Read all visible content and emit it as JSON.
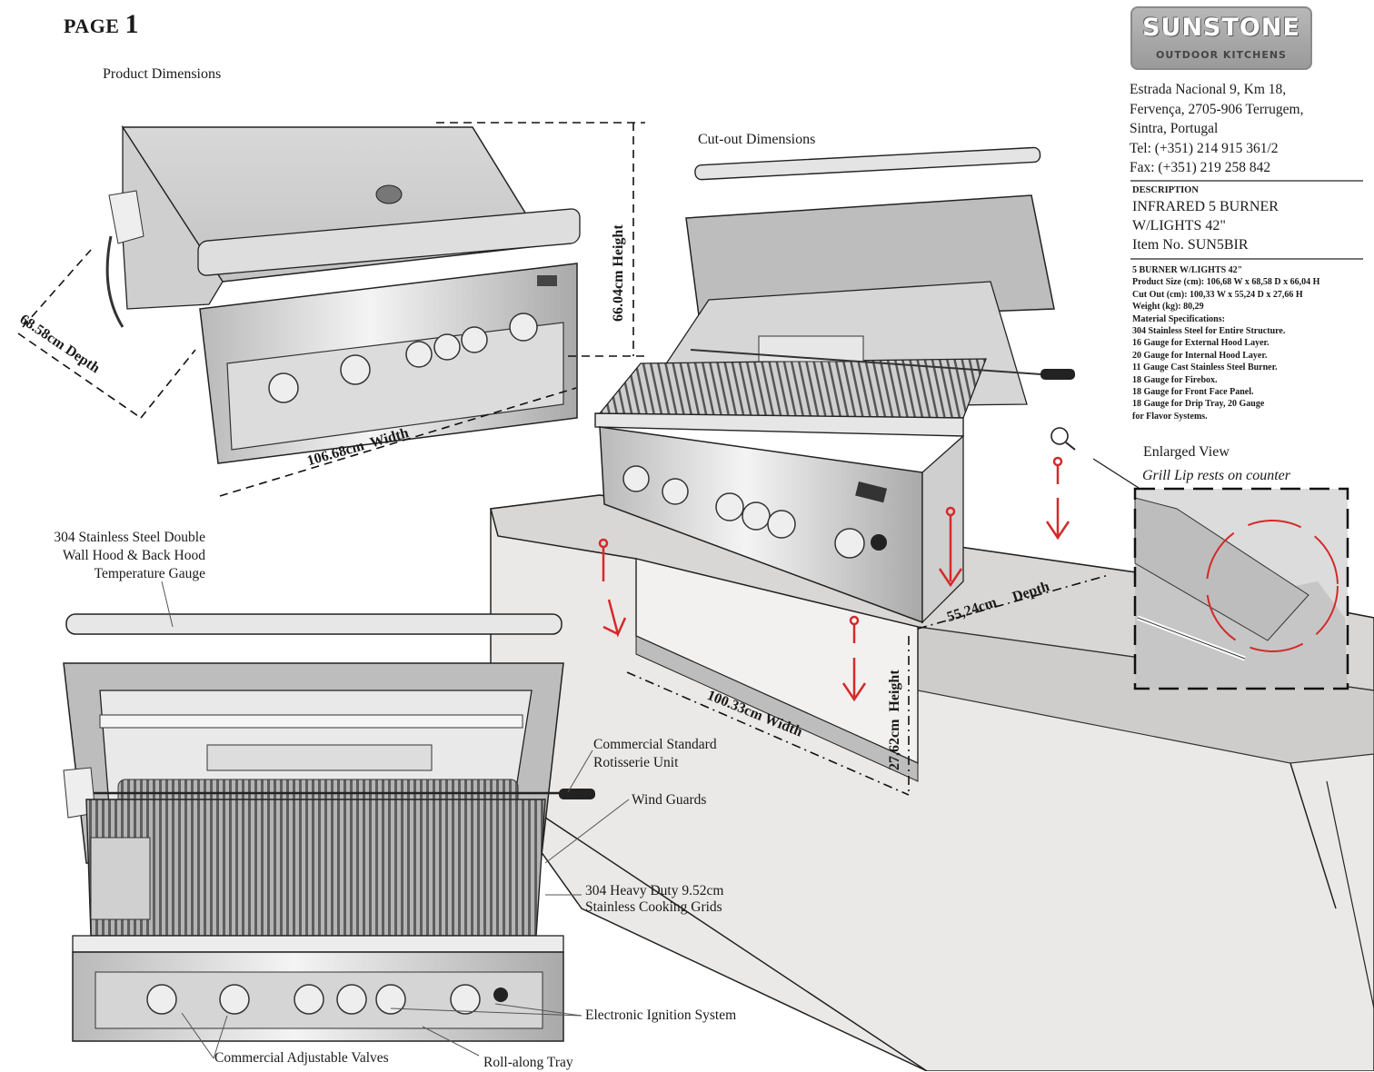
{
  "page": {
    "label": "PAGE",
    "number": "1"
  },
  "sections": {
    "product_dimensions": "Product Dimensions",
    "cutout_dimensions": "Cut-out Dimensions"
  },
  "brand": {
    "name": "SUNSTONE",
    "tagline": "OUTDOOR KITCHENS",
    "color": "#a6a6a6"
  },
  "contact": {
    "address_lines": [
      "Estrada Nacional 9, Km 18,",
      "Fervença, 2705-906 Terrugem,",
      "Sintra, Portugal"
    ],
    "tel": "Tel: (+351) 214 915 361/2",
    "fax": "Fax: (+351) 219 258 842"
  },
  "description": {
    "heading": "DESCRIPTION",
    "line1": "INFRARED 5 BURNER",
    "line2": "W/LIGHTS 42\"",
    "item": "Item No. SUN5BIR"
  },
  "specs": {
    "title": "5 BURNER W/LIGHTS 42\"",
    "product_size": "Product Size (cm): 106,68 W x 68,58 D x 66,04 H",
    "cut_out": "Cut Out (cm): 100,33 W x 55,24 D x 27,66 H",
    "weight": "Weight (kg): 80,29",
    "material_heading": "Material Specifications:",
    "materials": [
      "304 Stainless Steel for Entire Structure.",
      "16 Gauge for External Hood Layer.",
      "20 Gauge for Internal Hood Layer.",
      "11 Gauge Cast Stainless Steel Burner.",
      "18 Gauge for Firebox.",
      "18 Gauge for Front Face Panel.",
      "18 Gauge for Drip Tray, 20 Gauge",
      "for Flavor Systems."
    ]
  },
  "enlarged_view": {
    "title": "Enlarged View",
    "caption": "Grill Lip rests on counter"
  },
  "dimensions": {
    "product_depth": "68.58cm Depth",
    "product_width": "106.68cm  Width",
    "product_height": "66.04cm Height",
    "cutout_width": "100.33cm Width",
    "cutout_depth_value": "55,24cm",
    "cutout_depth_label": "Depth",
    "cutout_height": "27,62cm  Height"
  },
  "callouts": {
    "hood": [
      "304 Stainless Steel Double",
      "Wall Hood & Back Hood",
      "Temperature Gauge"
    ],
    "rotisserie": [
      "Commercial Standard",
      "Rotisserie Unit"
    ],
    "wind_guards": "Wind Guards",
    "grids": [
      "304 Heavy Duty 9.52cm",
      "Stainless Cooking Grids"
    ],
    "ignition": "Electronic Ignition System",
    "valves": "Commercial Adjustable Valves",
    "tray": "Roll-along Tray"
  },
  "colors": {
    "accent_red": "#d42a2a",
    "counter": "#e6e4e2",
    "steel": "#c9c9c9"
  }
}
